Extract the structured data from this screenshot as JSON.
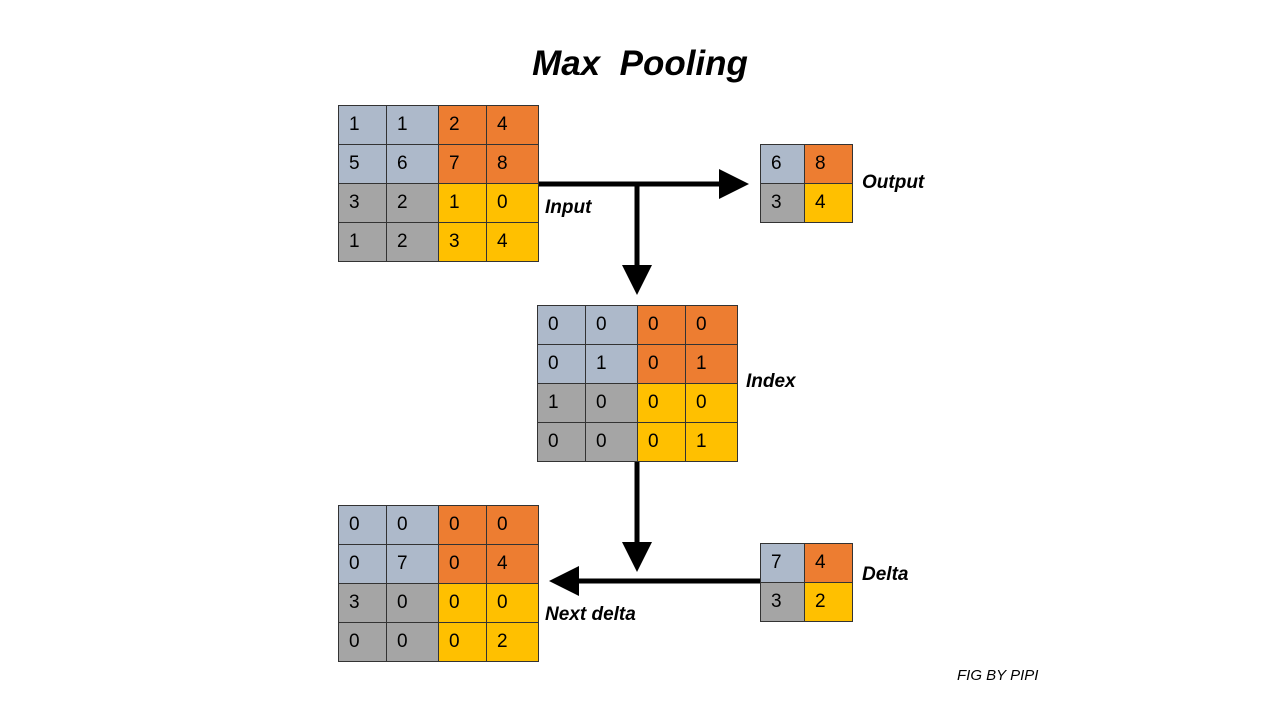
{
  "title": "Max  Pooling",
  "credit": "FIG BY PIPI",
  "colors": {
    "blue": "#adb9ca",
    "orange": "#ed7d31",
    "gray": "#a5a5a5",
    "yellow": "#ffc000"
  },
  "input": {
    "label": "Input",
    "rows": [
      [
        "1",
        "1",
        "2",
        "4"
      ],
      [
        "5",
        "6",
        "7",
        "8"
      ],
      [
        "3",
        "2",
        "1",
        "0"
      ],
      [
        "1",
        "2",
        "3",
        "4"
      ]
    ]
  },
  "output": {
    "label": "Output",
    "rows": [
      [
        "6",
        "8"
      ],
      [
        "3",
        "4"
      ]
    ]
  },
  "index": {
    "label": "Index",
    "rows": [
      [
        "0",
        "0",
        "0",
        "0"
      ],
      [
        "0",
        "1",
        "0",
        "1"
      ],
      [
        "1",
        "0",
        "0",
        "0"
      ],
      [
        "0",
        "0",
        "0",
        "1"
      ]
    ]
  },
  "next_delta": {
    "label": "Next delta",
    "rows": [
      [
        "0",
        "0",
        "0",
        "0"
      ],
      [
        "0",
        "7",
        "0",
        "4"
      ],
      [
        "3",
        "0",
        "0",
        "0"
      ],
      [
        "0",
        "0",
        "0",
        "2"
      ]
    ]
  },
  "delta": {
    "label": "Delta",
    "rows": [
      [
        "7",
        "4"
      ],
      [
        "3",
        "2"
      ]
    ]
  }
}
